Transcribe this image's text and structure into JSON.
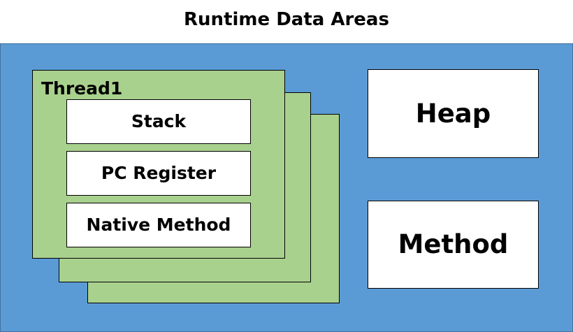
{
  "title": "Runtime Data Areas",
  "thread": {
    "label": "Thread1",
    "areas": [
      "Stack",
      "PC Register",
      "Native Method"
    ]
  },
  "shared": {
    "heap": "Heap",
    "method": "Method"
  },
  "colors": {
    "runtime_area": "#5b9bd5",
    "thread_card": "#a9d18e",
    "box": "#ffffff",
    "border": "#000000"
  }
}
